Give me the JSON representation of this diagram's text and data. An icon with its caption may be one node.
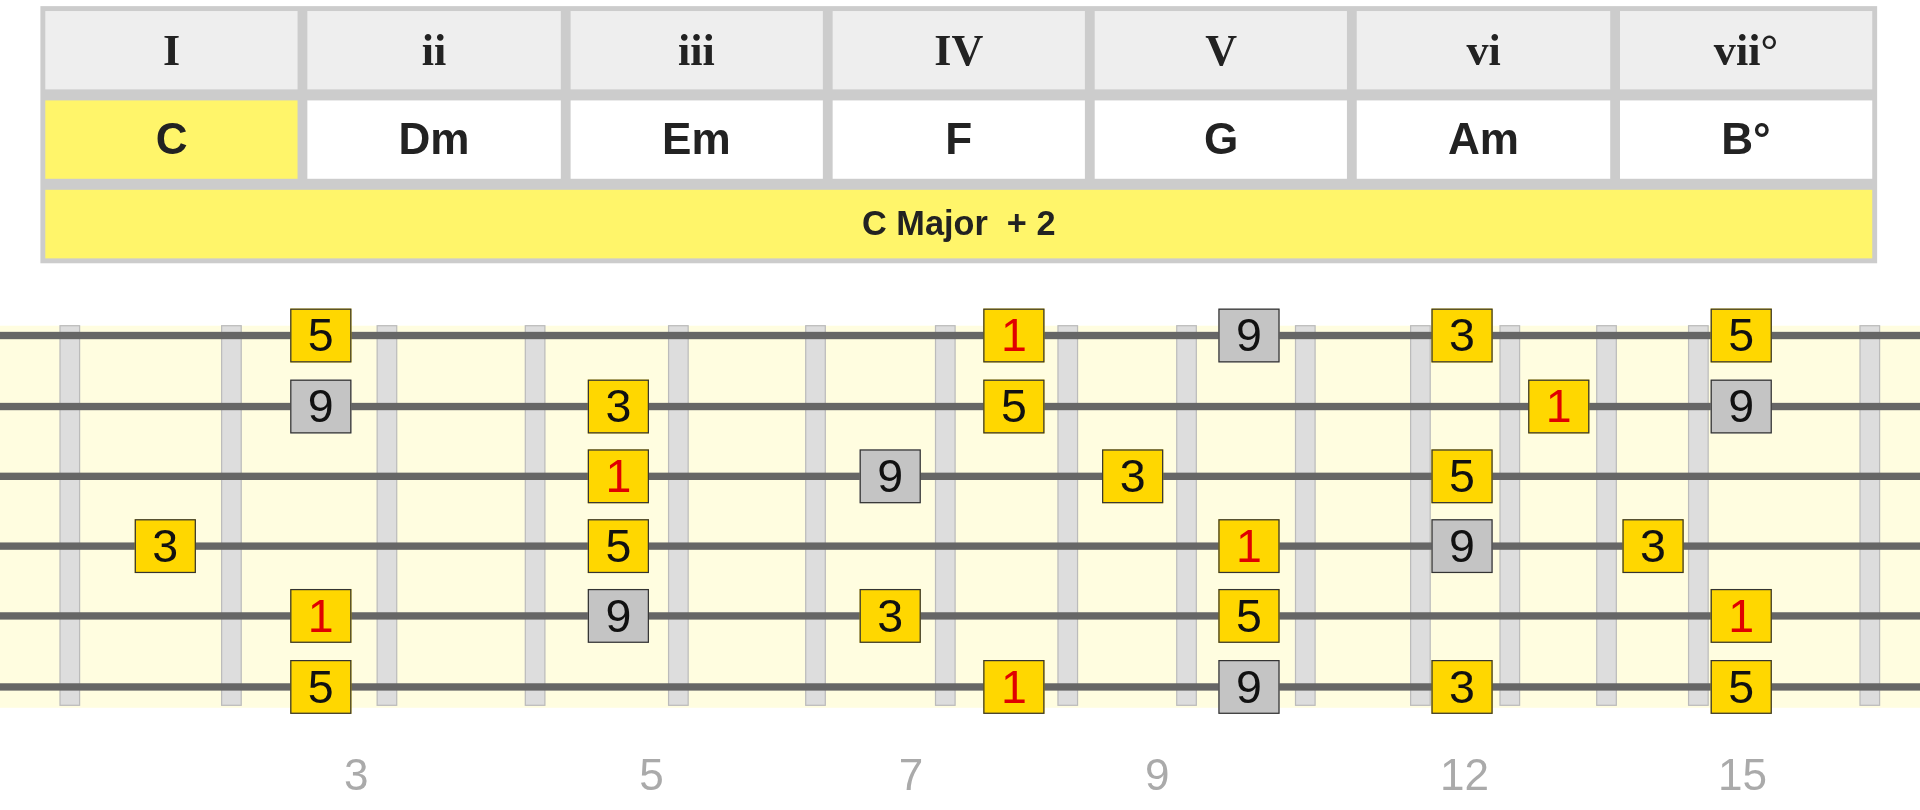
{
  "diagram": {
    "nodes": [
      {
        "text": [
          "5"
        ]
      },
      {
        "text": [
          "1"
        ]
      },
      {
        "text": [
          "9"
        ]
      },
      {
        "text": [
          "3"
        ]
      },
      {
        "text": [
          "5"
        ]
      },
      {
        "text": [
          "9"
        ]
      },
      {
        "text": [
          "3"
        ]
      },
      {
        "text": [
          "5"
        ]
      },
      {
        "text": [
          "1"
        ]
      },
      {
        "text": [
          "9"
        ]
      },
      {
        "text": [
          "1"
        ]
      },
      {
        "text": [
          "9"
        ]
      },
      {
        "text": [
          "3"
        ]
      },
      {
        "text": [
          "5"
        ]
      },
      {
        "text": [
          "3"
        ]
      },
      {
        "text": [
          "5"
        ]
      },
      {
        "text": [
          "1"
        ]
      },
      {
        "text": [
          "9"
        ]
      },
      {
        "text": [
          "3"
        ]
      },
      {
        "text": [
          "1"
        ]
      },
      {
        "text": [
          "9"
        ]
      },
      {
        "text": [
          "3"
        ]
      },
      {
        "text": [
          "5"
        ]
      },
      {
        "text": [
          "1"
        ]
      },
      {
        "text": [
          "5"
        ]
      },
      {
        "text": [
          "1"
        ]
      },
      {
        "text": [
          "9"
        ]
      },
      {
        "text": [
          "3"
        ]
      },
      {
        "text": [
          "5"
        ]
      }
    ],
    "labels": [
      "I",
      "ii",
      "iii",
      "IV",
      "V",
      "vi",
      "vii°",
      "C",
      "Dm",
      "Em",
      "F",
      "G",
      "Am",
      "B°",
      "C Major  + 2",
      "3",
      "5",
      "7",
      "9",
      "12",
      "15"
    ]
  }
}
